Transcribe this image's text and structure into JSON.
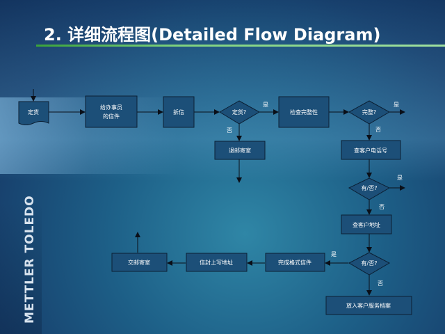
{
  "slide": {
    "title": "2. 详细流程图(Detailed Flow Diagram)",
    "logo": "METTLER TOLEDO"
  },
  "nodes": {
    "start": "定货",
    "letter_line1": "给办事员",
    "letter_line2": "的信件",
    "open_letter": "拆信",
    "decision_order": "定货?",
    "check_complete": "检查完整性",
    "decision_complete": "完整?",
    "return_mail": "退邮寄室",
    "check_phone": "查客户电话号",
    "decision_has1": "有/否?",
    "check_address": "查客户地址",
    "decision_has2": "有/否?",
    "format_letter": "完成格式信件",
    "write_address": "信封上写地址",
    "deliver_mail": "交邮寄室",
    "customer_file": "放入客户服务档案"
  },
  "labels": {
    "yes": "是",
    "no": "否"
  },
  "colors": {
    "box_fill": "#1c4f78",
    "box_border": "#0b1f33",
    "rule": "#7fd27f"
  }
}
